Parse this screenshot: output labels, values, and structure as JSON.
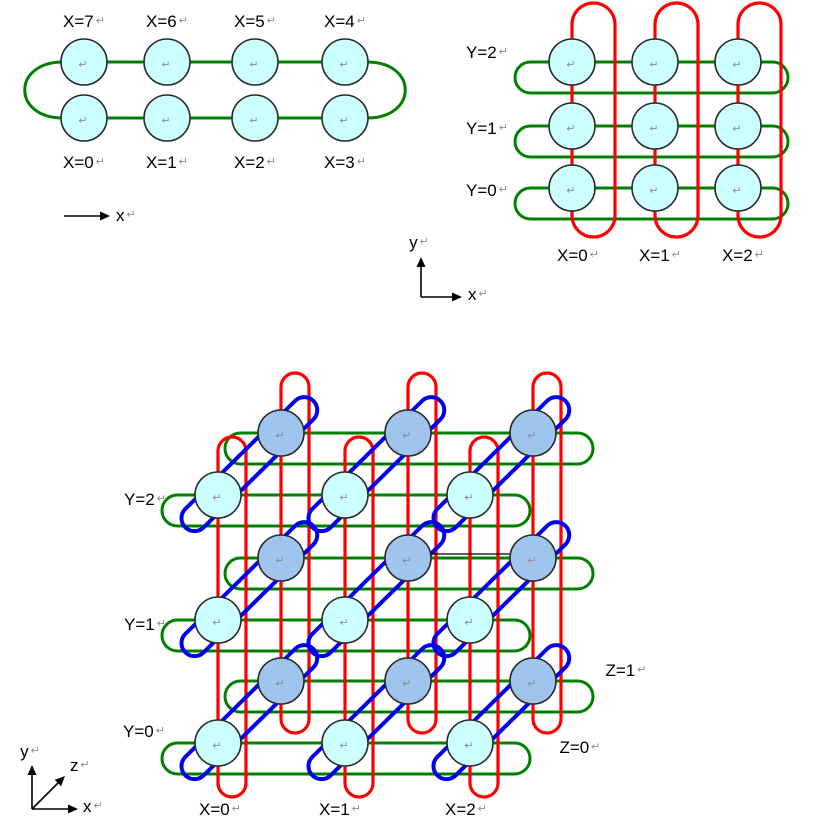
{
  "shared": {
    "node_glyph": "↵",
    "mark": "↵",
    "colors": {
      "x_link_green": "#008000",
      "y_link_red": "#ff0000",
      "z_link_blue": "#0000ee",
      "front_node_fill": "#ccffff",
      "back_node_fill": "#9fc5ef",
      "node_outline": "#2b2b2b",
      "label_text": "#000000",
      "mark_gray": "#8c8c8c"
    }
  },
  "diagram_1d": {
    "top_labels": [
      "X=7",
      "X=6",
      "X=5",
      "X=4"
    ],
    "bottom_labels": [
      "X=0",
      "X=1",
      "X=2",
      "X=3"
    ],
    "axis_x": "x"
  },
  "diagram_2d": {
    "row_labels": [
      "Y=2",
      "Y=1",
      "Y=0"
    ],
    "col_labels": [
      "X=0",
      "X=1",
      "X=2"
    ],
    "axis_x": "x",
    "axis_y": "y"
  },
  "diagram_3d": {
    "row_labels": [
      "Y=2",
      "Y=1",
      "Y=0"
    ],
    "col_labels": [
      "X=0",
      "X=1",
      "X=2"
    ],
    "z_back_label": "Z=1",
    "z_front_label": "Z=0",
    "axis_x": "x",
    "axis_y": "y",
    "axis_z": "z"
  }
}
